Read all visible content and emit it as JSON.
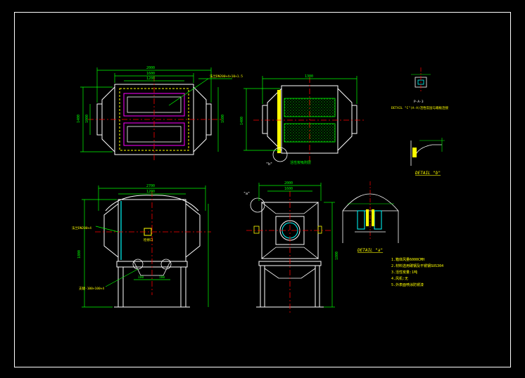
{
  "colors": {
    "background": "#000000",
    "frame": "#ffffff",
    "outline": "#ffffff",
    "dimension": "#00ff00",
    "callout": "#ffff00",
    "section": "#00ffff",
    "centerline": "#ff0000",
    "detail_fill": "#ffff00",
    "panel": "#ff00ff"
  },
  "front_view": {
    "dims_top": [
      "2000",
      "1600",
      "1200"
    ],
    "dims_left": [
      "1400",
      "1000"
    ],
    "dims_right": [
      "1600"
    ],
    "callout": "法兰DN200×4×10×1.5"
  },
  "side_view": {
    "dims_top": [
      "1300"
    ],
    "dims_left": [
      "1400"
    ],
    "section_label": "活性炭吸附层",
    "detail_marker": "\"b\""
  },
  "bottom_front_view": {
    "dims_top": [
      "2700",
      "1200"
    ],
    "dims_left": [
      "1800"
    ],
    "dims_bottom": [
      "160",
      "160"
    ],
    "callout_left": "法兰DN200×4",
    "callout_bottom": "支腿-100×100×4",
    "center_label": "检修口"
  },
  "end_view": {
    "dims_top": [
      "2000",
      "1600"
    ],
    "dims_right": [
      "1800"
    ],
    "detail_marker": "\"a\""
  },
  "detail_top": {
    "label_small": "P-A-3",
    "caption": "DETAIL \"C\"(A-A)活性炭层与箱板连接"
  },
  "detail_b": {
    "title": "DETAIL \"b\""
  },
  "detail_a": {
    "title": "DETAIL \"a\""
  },
  "notes": [
    "1.箱体风量6000CMH",
    "2.材料选用碳钢及不锈钢SUS304",
    "3.活性炭量:1吨",
    "4.风机:无",
    "5.外表面喷涂防锈漆"
  ]
}
